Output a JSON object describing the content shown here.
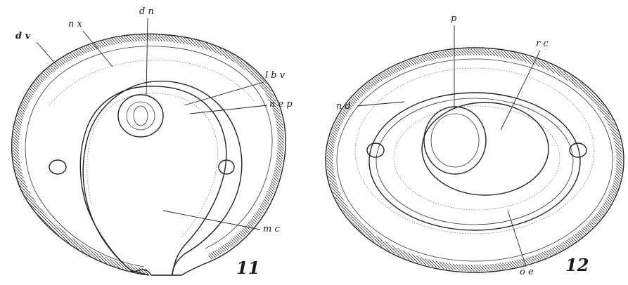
{
  "figure_11": {
    "number": "11",
    "labels": {
      "dv": "d v",
      "nx": "n x",
      "dn": "d n",
      "lbv": "l b v",
      "nep": "n e p",
      "mc": "m c"
    }
  },
  "figure_12": {
    "number": "12",
    "labels": {
      "p": "p",
      "rc": "r c",
      "nd": "n d",
      "oe": "o e"
    }
  }
}
